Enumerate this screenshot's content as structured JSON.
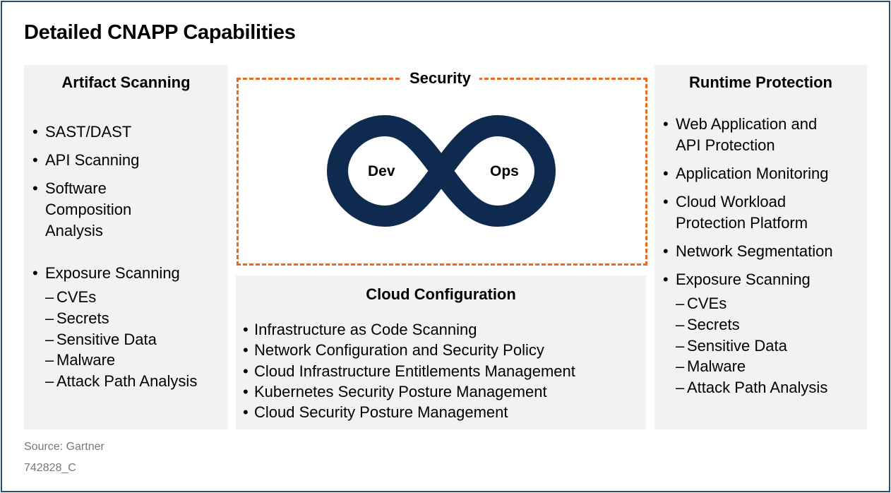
{
  "title": "Detailed CNAPP Capabilities",
  "artifact_scanning": {
    "title": "Artifact Scanning",
    "items": [
      "SAST/DAST",
      "API Scanning",
      "Software Composition Analysis",
      "Exposure Scanning"
    ],
    "exposure_sub": [
      "CVEs",
      "Secrets",
      "Sensitive Data",
      "Malware",
      "Attack Path Analysis"
    ]
  },
  "security": {
    "label": "Security",
    "dev_label": "Dev",
    "ops_label": "Ops",
    "border_color": "#ec6a1f",
    "loop_color": "#0e2a4f"
  },
  "cloud_configuration": {
    "title": "Cloud Configuration",
    "items": [
      "Infrastructure as Code Scanning",
      "Network Configuration and Security Policy",
      "Cloud Infrastructure Entitlements Management",
      "Kubernetes Security Posture Management",
      "Cloud Security Posture Management"
    ]
  },
  "runtime_protection": {
    "title": "Runtime Protection",
    "items": [
      "Web Application and API Protection",
      "Application Monitoring",
      "Cloud Workload Protection Platform",
      "Network Segmentation",
      "Exposure Scanning"
    ],
    "exposure_sub": [
      "CVEs",
      "Secrets",
      "Sensitive Data",
      "Malware",
      "Attack Path Analysis"
    ]
  },
  "footer": {
    "source": "Source: Gartner",
    "id": "742828_C"
  }
}
